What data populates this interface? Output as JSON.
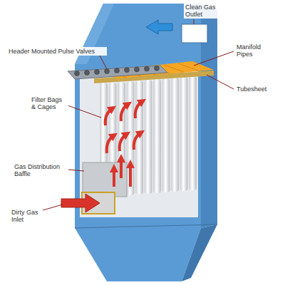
{
  "diagram": {
    "labels": [
      "Clean Gas Outlet",
      "Header Mounted Pulse Valves",
      "Manifold Pipes",
      "Filter Bags & Cages",
      "Tubesheet",
      "Gas Distribution Baffle",
      "Dirty Gas Inlet"
    ]
  }
}
